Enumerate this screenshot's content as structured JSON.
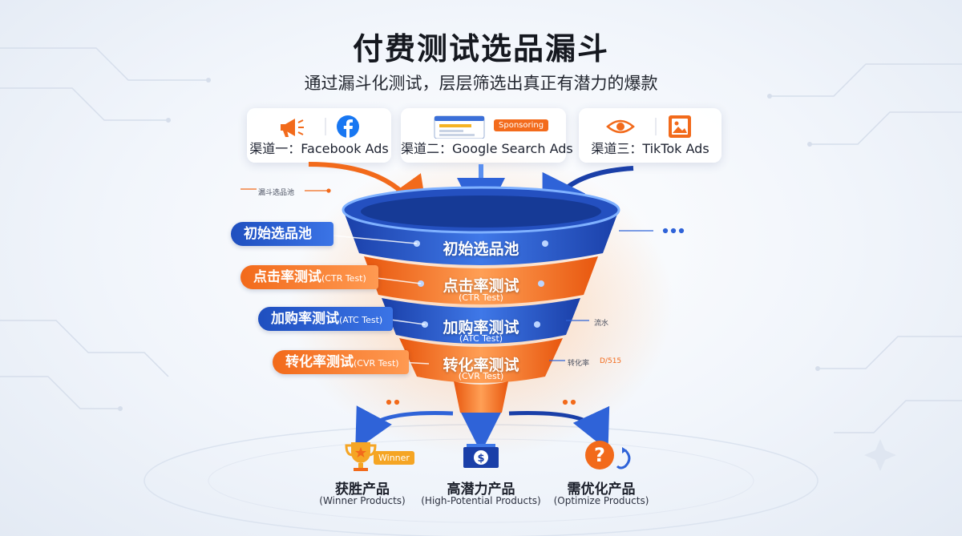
{
  "title": "付费测试选品漏斗",
  "subtitle": "通过漏斗化测试，层层筛选出真正有潜力的爆款",
  "channels": [
    {
      "label": "渠道一：Facebook Ads",
      "icons": [
        "megaphone-icon",
        "facebook-icon"
      ]
    },
    {
      "label": "渠道二：Google Search Ads",
      "icons": [
        "browser-ad-icon"
      ],
      "badge": "Sponsoring"
    },
    {
      "label": "渠道三：TikTok Ads",
      "icons": [
        "eye-icon",
        "image-icon"
      ]
    }
  ],
  "note_top_left": "漏斗选品池",
  "side_labels": [
    {
      "main": "初始选品池",
      "sub": ""
    },
    {
      "main": "点击率测试",
      "sub": "(CTR Test)"
    },
    {
      "main": "加购率测试",
      "sub": "(ATC Test)"
    },
    {
      "main": "转化率测试",
      "sub": "(CVR Test)"
    }
  ],
  "stages": [
    {
      "main": "初始选品池",
      "sub": ""
    },
    {
      "main": "点击率测试",
      "sub": "(CTR Test)"
    },
    {
      "main": "加购率测试",
      "sub": "(ATC Test)"
    },
    {
      "main": "转化率测试",
      "sub": "(CVR Test)"
    }
  ],
  "right_notes": [
    "流水",
    "转化率",
    "D/515"
  ],
  "outcomes": [
    {
      "title": "获胜产品",
      "sub": "(Winner Products)",
      "badge": "Winner",
      "icon": "trophy-icon"
    },
    {
      "title": "高潜力产品",
      "sub": "(High-Potential Products)",
      "icon": "money-icon"
    },
    {
      "title": "需优化产品",
      "sub": "(Optimize Products)",
      "icon": "question-refresh-icon"
    }
  ],
  "colors": {
    "blue_dark": "#1a3fa8",
    "blue": "#2f63d8",
    "blue_light": "#5a8ff0",
    "orange": "#f26a1b",
    "orange_light": "#ff9a52"
  }
}
